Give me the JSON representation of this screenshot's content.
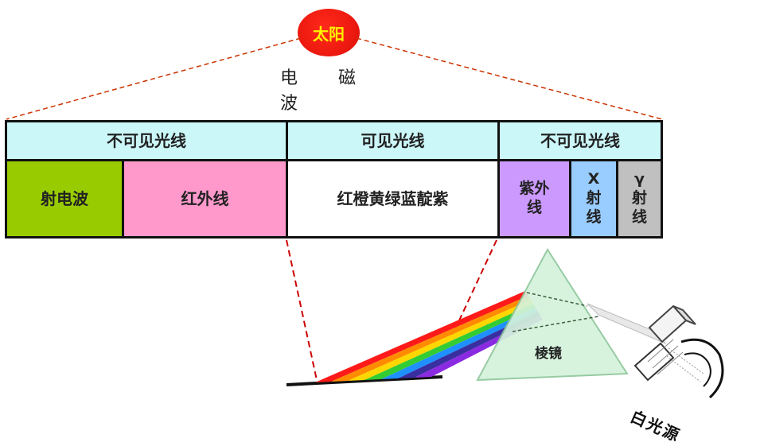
{
  "title": {
    "sun": "太阳",
    "electromagnetic_wave": "电  磁  波"
  },
  "headers": {
    "invisible_left": "不可见光线",
    "visible": "可见光线",
    "invisible_right": "不可见光线"
  },
  "bands": {
    "radio": "射电波",
    "infrared": "红外线",
    "visible_colors": "红橙黄绿蓝靛紫",
    "ultraviolet_line1": "紫外",
    "ultraviolet_line2": "线",
    "xray_symbol": "X",
    "xray_line1": "射",
    "xray_line2": "线",
    "gamma_symbol": "γ",
    "gamma_line1": "射",
    "gamma_line2": "线"
  },
  "prism_label": "棱镜",
  "light_source_label": "白光源",
  "colors": {
    "radio": "#99cc00",
    "infrared": "#ff99cc",
    "visible": "#ffffff",
    "ultraviolet": "#cc99ff",
    "xray": "#99ccff",
    "gamma": "#c0c0c0",
    "header": "#ccf7f9",
    "sun": "#ee1a10",
    "sun_text": "#fff200",
    "prism": "#d4f3dc",
    "dashed_lines": "#cc3300"
  },
  "spectrum_colors": [
    "#ff1a1a",
    "#ff8c00",
    "#ffd700",
    "#33cc33",
    "#1e90ff",
    "#3a2fa0",
    "#8a2be2"
  ]
}
